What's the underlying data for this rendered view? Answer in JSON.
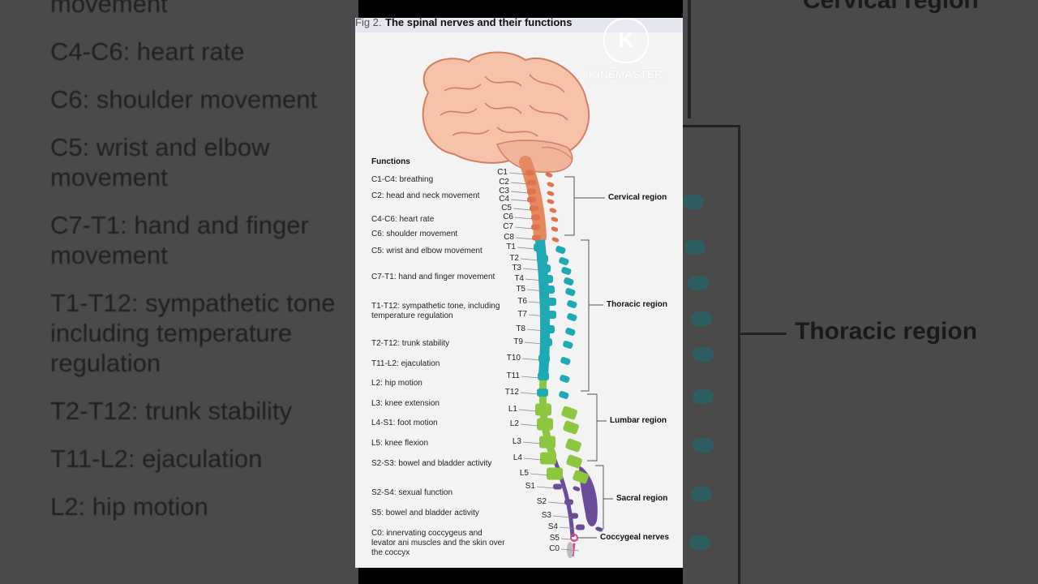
{
  "figure": {
    "number": "Fig 2.",
    "title": "The spinal nerves and their functions",
    "watermark": "KINEMASTER",
    "watermark_letter": "K",
    "functions_heading": "Functions",
    "functions": [
      "C1-C4: breathing",
      "C2: head and neck movement",
      "C4-C6: heart rate",
      "C6: shoulder movement",
      "C5: wrist and elbow movement",
      "C7-T1: hand and finger movement",
      "T1-T12: sympathetic tone, including temperature regulation",
      "T2-T12: trunk stability",
      "T11-L2: ejaculation",
      "L2: hip motion",
      "L3: knee extension",
      "L4-S1: foot motion",
      "L5: knee flexion",
      "S2-S3: bowel and bladder activity",
      "S2-S4: sexual function",
      "S5: bowel and bladder activity",
      "C0: innervating coccygeus and levator ani muscles and the skin over the coccyx"
    ],
    "segments": [
      "C1",
      "C2",
      "C3",
      "C4",
      "C5",
      "C6",
      "C7",
      "C8",
      "T1",
      "T2",
      "T3",
      "T4",
      "T5",
      "T6",
      "T7",
      "T8",
      "T9",
      "T10",
      "T11",
      "T12",
      "L1",
      "L2",
      "L3",
      "L4",
      "L5",
      "S1",
      "S2",
      "S3",
      "S4",
      "S5",
      "C0"
    ],
    "regions": [
      "Cervical region",
      "Thoracic region",
      "Lumbar region",
      "Sacral region",
      "Coccygeal nerves"
    ],
    "colors": {
      "cervical": "#e2714f",
      "thoracic": "#1fa9b5",
      "lumbar": "#8dc63f",
      "sacral": "#6b4c9a",
      "coccygeal": "#e23b8f",
      "brain": "#f6c2a8"
    }
  },
  "background": {
    "left_lines": [
      "movement",
      "C4-C6: heart rate",
      "C6: shoulder movement",
      "C5: wrist and elbow\nmovement",
      "C7-T1: hand and finger\nmovement",
      "T1-T12: sympathetic tone\nincluding temperature\nregulation",
      "T2-T12: trunk stability",
      "T11-L2: ejaculation",
      "L2: hip motion"
    ],
    "right_labels": [
      "Cervical region",
      "Thoracic region"
    ]
  }
}
